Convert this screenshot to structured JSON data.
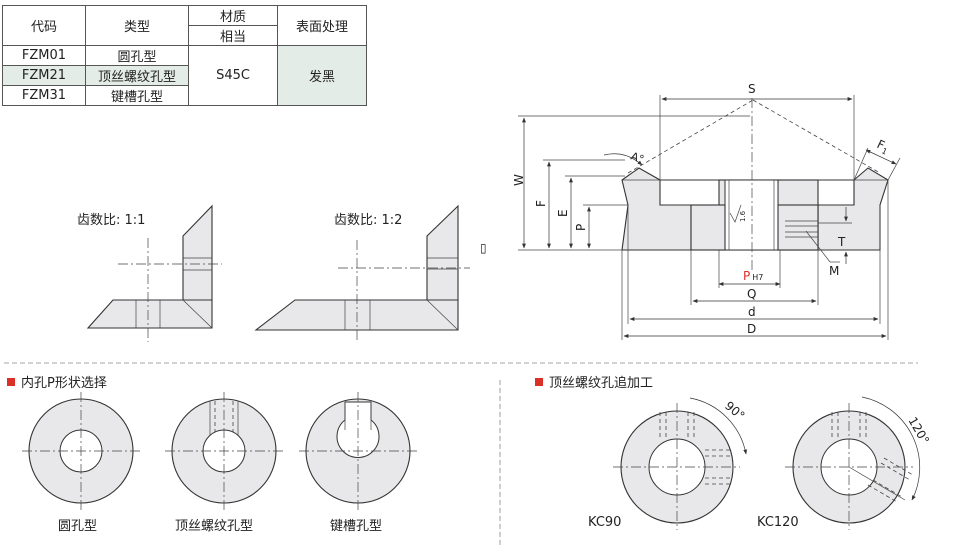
{
  "spec_table": {
    "col_code": "代码",
    "col_type": "类型",
    "col_material": "材质",
    "col_equivalent": "相当",
    "col_surface": "表面处理",
    "rows": [
      {
        "code": "FZM01",
        "type": "圆孔型"
      },
      {
        "code": "FZM21",
        "type": "顶丝螺纹孔型"
      },
      {
        "code": "FZM31",
        "type": "键槽孔型"
      }
    ],
    "material": "S45C",
    "surface": "发黑"
  },
  "ratio": {
    "r11": "齿数比: 1:1",
    "r12": "齿数比: 1:2"
  },
  "dims": {
    "S": "S",
    "W": "W",
    "F": "F",
    "E": "E",
    "P": "P",
    "A": "A°",
    "F1": "F",
    "F1_sub": "1",
    "roughness": "1.6",
    "T": "T",
    "M": "M",
    "Q": "Q",
    "d": "d",
    "D": "D",
    "PH7": "P",
    "PH7_sub": "H7",
    "stray": "▯"
  },
  "sections": {
    "hole_shape": "内孔P形状选择",
    "set_screw": "顶丝螺纹孔追加工"
  },
  "holes": {
    "round": "圆孔型",
    "tapped": "顶丝螺纹孔型",
    "keyway": "键槽孔型"
  },
  "kc": {
    "kc90": "KC90",
    "kc120": "KC120",
    "a90": "90°",
    "a120": "120°"
  },
  "colors": {
    "fill": "#e8e8ea",
    "line": "#333333",
    "accent": "#d9302a",
    "table_shade": "#e4ece7"
  }
}
